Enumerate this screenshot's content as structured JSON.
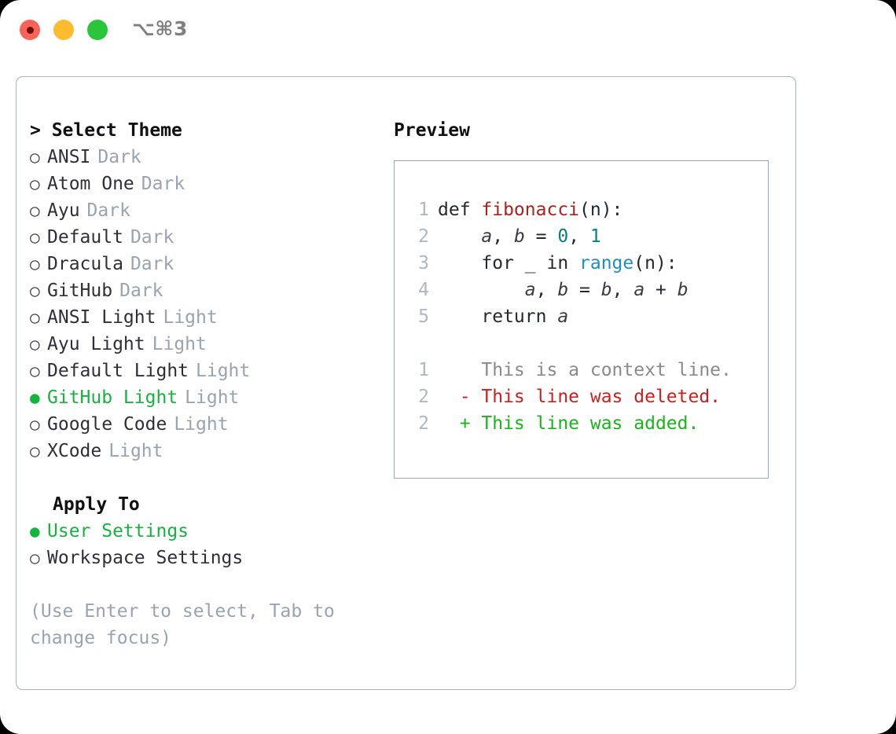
{
  "window": {
    "shortcut_label": "⌥⌘3",
    "traffic_lights": [
      {
        "name": "close",
        "color": "#fa6159"
      },
      {
        "name": "minimize",
        "color": "#fdbc2d"
      },
      {
        "name": "maximize",
        "color": "#2ac63a"
      }
    ]
  },
  "theme_picker": {
    "title": "> Select Theme",
    "items": [
      {
        "marker": "○",
        "label": "ANSI",
        "tag": "Dark",
        "selected": false
      },
      {
        "marker": "○",
        "label": "Atom One",
        "tag": "Dark",
        "selected": false
      },
      {
        "marker": "○",
        "label": "Ayu",
        "tag": "Dark",
        "selected": false
      },
      {
        "marker": "○",
        "label": "Default",
        "tag": "Dark",
        "selected": false
      },
      {
        "marker": "○",
        "label": "Dracula",
        "tag": "Dark",
        "selected": false
      },
      {
        "marker": "○",
        "label": "GitHub",
        "tag": "Dark",
        "selected": false
      },
      {
        "marker": "○",
        "label": "ANSI Light",
        "tag": "Light",
        "selected": false
      },
      {
        "marker": "○",
        "label": "Ayu Light",
        "tag": "Light",
        "selected": false
      },
      {
        "marker": "○",
        "label": "Default Light",
        "tag": "Light",
        "selected": false
      },
      {
        "marker": "●",
        "label": "GitHub Light",
        "tag": "Light",
        "selected": true
      },
      {
        "marker": "○",
        "label": "Google Code",
        "tag": "Light",
        "selected": false
      },
      {
        "marker": "○",
        "label": "XCode",
        "tag": "Light",
        "selected": false
      }
    ]
  },
  "apply_to": {
    "title": "Apply To",
    "items": [
      {
        "marker": "●",
        "label": "User Settings",
        "selected": true
      },
      {
        "marker": "○",
        "label": "Workspace Settings",
        "selected": false
      }
    ]
  },
  "hint": "(Use Enter to select, Tab to change focus)",
  "preview": {
    "title": "Preview",
    "code_lines": [
      {
        "number": "1",
        "tokens": [
          {
            "text": "def ",
            "kind": "kw"
          },
          {
            "text": "fibonacci",
            "kind": "fn"
          },
          {
            "text": "(n):",
            "kind": "plain"
          }
        ]
      },
      {
        "number": "2",
        "tokens": [
          {
            "text": "    ",
            "kind": "plain"
          },
          {
            "text": "a",
            "kind": "var"
          },
          {
            "text": ", ",
            "kind": "plain"
          },
          {
            "text": "b",
            "kind": "var"
          },
          {
            "text": " = ",
            "kind": "plain"
          },
          {
            "text": "0",
            "kind": "num"
          },
          {
            "text": ", ",
            "kind": "plain"
          },
          {
            "text": "1",
            "kind": "num"
          }
        ]
      },
      {
        "number": "3",
        "tokens": [
          {
            "text": "    for _ in ",
            "kind": "plain"
          },
          {
            "text": "range",
            "kind": "call"
          },
          {
            "text": "(n):",
            "kind": "plain"
          }
        ]
      },
      {
        "number": "4",
        "tokens": [
          {
            "text": "        ",
            "kind": "plain"
          },
          {
            "text": "a",
            "kind": "var"
          },
          {
            "text": ", ",
            "kind": "plain"
          },
          {
            "text": "b",
            "kind": "var"
          },
          {
            "text": " = ",
            "kind": "plain"
          },
          {
            "text": "b",
            "kind": "var"
          },
          {
            "text": ", ",
            "kind": "plain"
          },
          {
            "text": "a",
            "kind": "var"
          },
          {
            "text": " + ",
            "kind": "plain"
          },
          {
            "text": "b",
            "kind": "var"
          }
        ]
      },
      {
        "number": "5",
        "tokens": [
          {
            "text": "    return ",
            "kind": "plain"
          },
          {
            "text": "a",
            "kind": "var"
          }
        ]
      }
    ],
    "diff_lines": [
      {
        "number": "1",
        "marker": "  ",
        "text": "This is a context line.",
        "kind": "context"
      },
      {
        "number": "2",
        "marker": "- ",
        "text": "This line was deleted.",
        "kind": "del"
      },
      {
        "number": "2",
        "marker": "+ ",
        "text": "This line was added.",
        "kind": "add"
      }
    ]
  },
  "colors": {
    "accent_green": "#16b33f",
    "muted": "#9aa3b0",
    "panel_border": "#aab4c3",
    "preview_border": "#9aa6b7",
    "diff_add": "#19b519",
    "diff_del": "#cc1f1f"
  }
}
